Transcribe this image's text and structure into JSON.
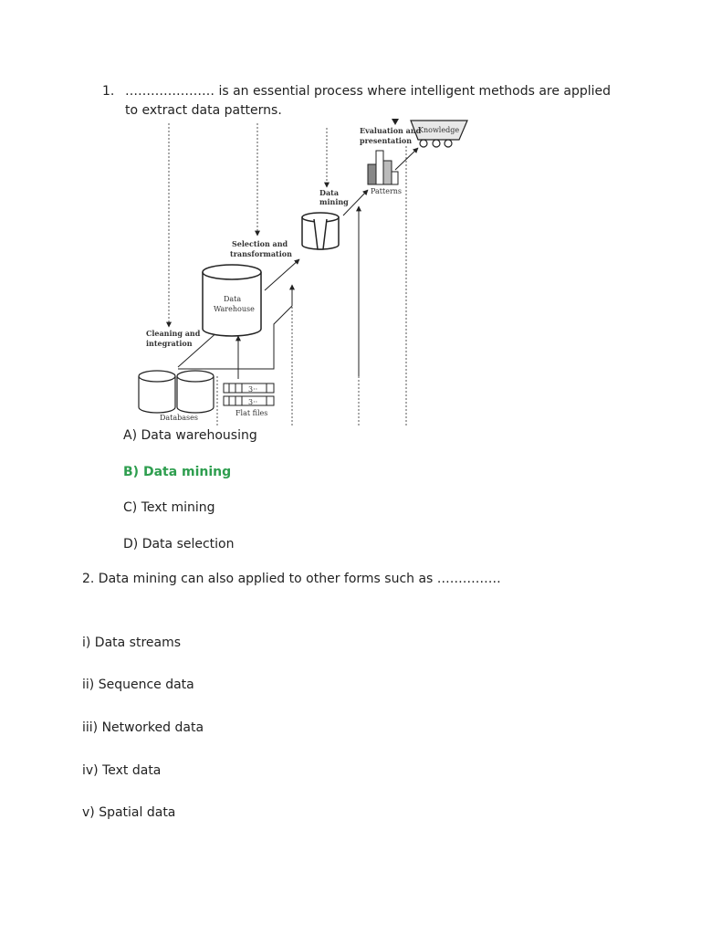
{
  "question1": {
    "number": "1.",
    "line1": "………………… is an essential process where intelligent methods are applied",
    "line2": "to extract data patterns."
  },
  "diagram": {
    "cleaning_1": "Cleaning and",
    "cleaning_2": "integration",
    "selection_1": "Selection and",
    "selection_2": "transformation",
    "mining_1": "Data",
    "mining_2": "mining",
    "evaluation_1": "Evaluation and",
    "evaluation_2": "presentation",
    "knowledge": "Knowledge",
    "patterns": "Patterns",
    "warehouse_1": "Data",
    "warehouse_2": "Warehouse",
    "databases": "Databases",
    "flat_files": "Flat files"
  },
  "options1": [
    {
      "label": "A) Data warehousing"
    },
    {
      "label": "B) Data mining"
    },
    {
      "label": "C) Text mining"
    },
    {
      "label": "D) Data selection"
    }
  ],
  "question2": {
    "text": "2. Data mining can also applied to other forms such as ……………"
  },
  "items2": [
    {
      "label": "i) Data streams"
    },
    {
      "label": "ii) Sequence data"
    },
    {
      "label": "iii) Networked data"
    },
    {
      "label": "iv) Text data"
    },
    {
      "label": "v) Spatial data"
    }
  ],
  "colors": {
    "correct_answer": "#2e9e4f",
    "text": "#222222"
  }
}
